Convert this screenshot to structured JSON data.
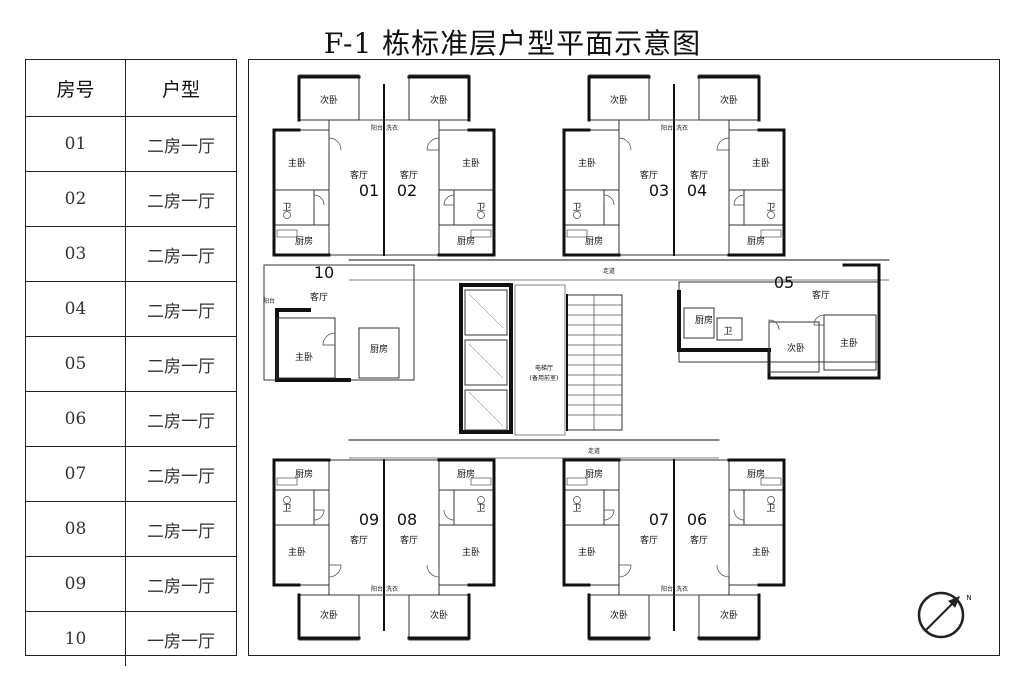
{
  "title": "F-1 栋标准层户型平面示意图",
  "table": {
    "headers": [
      "房号",
      "户型"
    ],
    "rows": [
      {
        "room": "01",
        "type": "二房一厅"
      },
      {
        "room": "02",
        "type": "二房一厅"
      },
      {
        "room": "03",
        "type": "二房一厅"
      },
      {
        "room": "04",
        "type": "二房一厅"
      },
      {
        "room": "05",
        "type": "二房一厅"
      },
      {
        "room": "06",
        "type": "二房一厅"
      },
      {
        "room": "07",
        "type": "二房一厅"
      },
      {
        "room": "08",
        "type": "二房一厅"
      },
      {
        "room": "09",
        "type": "二房一厅"
      },
      {
        "room": "10",
        "type": "一房一厅"
      }
    ]
  },
  "plan": {
    "unit_numbers": [
      "01",
      "02",
      "03",
      "04",
      "05",
      "06",
      "07",
      "08",
      "09",
      "10"
    ],
    "room_labels": {
      "secondary_bedroom": "次卧",
      "master_bedroom": "主卧",
      "living_room": "客厅",
      "kitchen": "厨房",
      "bathroom": "卫",
      "balcony": "阳台",
      "laundry": "洗衣",
      "corridor": "走道",
      "elevator_hall": "电梯厅",
      "elevator_hall_note": "(备用前室)"
    }
  }
}
